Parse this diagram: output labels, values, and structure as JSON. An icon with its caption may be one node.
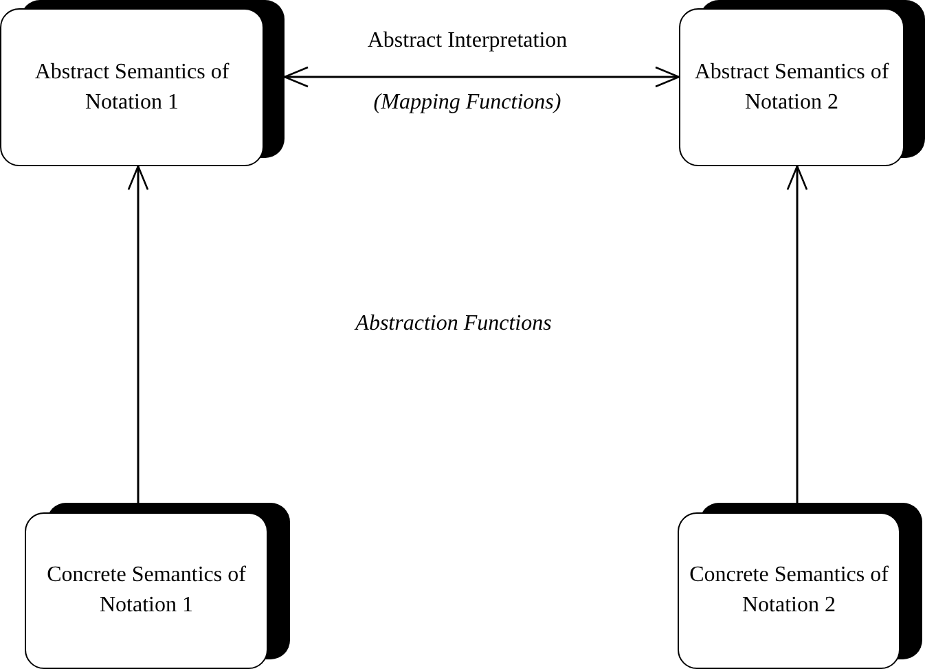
{
  "diagram": {
    "nodes": [
      {
        "text": [
          "Abstract Semantics of Notation 1"
        ]
      },
      {
        "text": [
          "Abstract Semantics of Notation 2"
        ]
      },
      {
        "text": [
          "Concrete Semantics of Notation 1"
        ]
      },
      {
        "text": [
          "Concrete Semantics of Notation 2"
        ]
      }
    ],
    "edges": [
      {
        "from": 0,
        "to": 1,
        "arrow": "both",
        "label": "Abstract Interpretation"
      },
      {
        "from": 2,
        "to": 0,
        "arrow": "to"
      },
      {
        "from": 3,
        "to": 1,
        "arrow": "to"
      }
    ],
    "labels": [
      "(Mapping Functions)",
      "Abstraction Functions"
    ]
  }
}
